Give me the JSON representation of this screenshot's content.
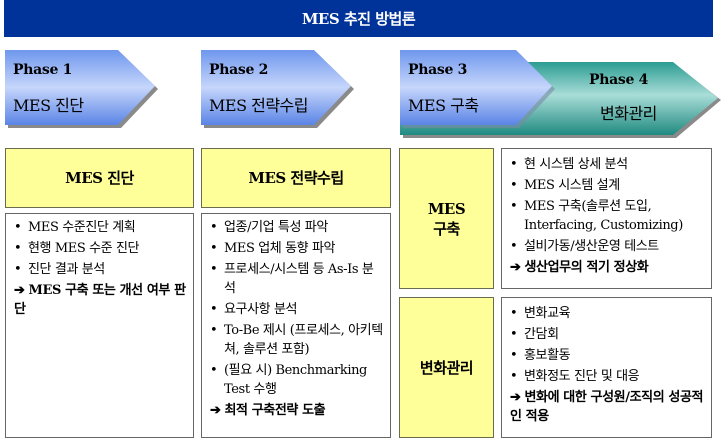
{
  "title": "MES 추진 방법론",
  "colors": {
    "title_bg": "#003399",
    "phase_blue_light": "#c8d8ff",
    "phase_blue_dark": "#5b86e8",
    "phase_teal_light": "#a8ddd8",
    "phase_teal_dark": "#1f8f86",
    "header_yellow": "#ffff99"
  },
  "phases": [
    {
      "num": "Phase 1",
      "name": "MES 진단"
    },
    {
      "num": "Phase 2",
      "name": "MES 전략수립"
    },
    {
      "num": "Phase 3",
      "name": "MES 구축"
    },
    {
      "num": "Phase 4",
      "name": "변화관리"
    }
  ],
  "columns": [
    {
      "header": "MES 진단",
      "items": [
        "MES 수준진단 계획",
        "현행 MES 수준 진단",
        "진단 결과 분석"
      ],
      "conclusion": "MES 구축 또는 개선 여부 판단"
    },
    {
      "header": "MES 전략수립",
      "items": [
        "업종/기업 특성 파악",
        "MES 업체 동향 파악",
        "프로세스/시스템 등 As-Is 분석",
        "요구사항 분석",
        "To-Be 제시 (프로세스, 아키텍쳐, 솔루션 포함)",
        "(필요 시) Benchmarking Test 수행"
      ],
      "conclusion": "최적 구축전략 도출"
    },
    {
      "header_line1": "MES",
      "header_line2": "구축",
      "items": [
        "현 시스템 상세 분석",
        "MES 시스템 설계",
        "MES 구축(솔루션 도입, Interfacing, Customizing)",
        "설비가동/생산운영 테스트"
      ],
      "conclusion": "생산업무의 적기 정상화"
    },
    {
      "header": "변화관리",
      "items": [
        "변화교육",
        "간담회",
        "홍보활동",
        "변화정도 진단 및 대응"
      ],
      "conclusion": "변화에 대한 구성원/조직의 성공적인 적용"
    }
  ],
  "glyphs": {
    "bullet": "•",
    "arrow": "➔"
  }
}
